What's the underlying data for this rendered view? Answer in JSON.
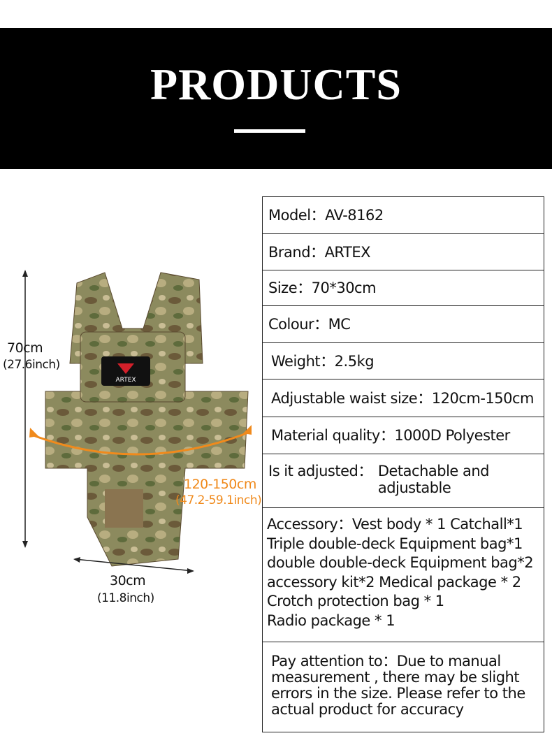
{
  "header": {
    "title": "PRODUCTS"
  },
  "dimensions": {
    "height": "70cm",
    "height_inch": "(27.6inch)",
    "width": "30cm",
    "width_inch": "(11.8inch)",
    "waist": "120-150cm",
    "waist_inch": "(47.2-59.1inch)",
    "accent": "#f08a1c"
  },
  "product": {
    "logo_text": "ARTEX"
  },
  "specs": [
    {
      "label": "Model：",
      "value": "AV-8162"
    },
    {
      "label": "Brand：",
      "value": "ARTEX"
    },
    {
      "label": "Size：",
      "value": "70*30cm"
    },
    {
      "label": "Colour：",
      "value": "MC"
    },
    {
      "label": "Weight：",
      "value": "2.5kg"
    },
    {
      "label": "Adjustable waist size：",
      "value": "120cm-150cm"
    },
    {
      "label": "Material quality：",
      "value": "1000D Polyester"
    },
    {
      "label": "Is it adjusted：",
      "value": "Detachable and adjustable"
    },
    {
      "label": "Accessory：",
      "value": "Vest body * 1 Catchall*1",
      "lines": [
        "Triple double-deck Equipment bag*1",
        "double double-deck Equipment bag*2",
        "accessory kit*2 Medical package * 2",
        "Crotch protection bag * 1",
        "Radio package * 1"
      ]
    },
    {
      "label": "Pay attention to：",
      "value": "Due to manual measurement , there may be slight errors in the size. Please refer to the actual product for accuracy"
    }
  ]
}
